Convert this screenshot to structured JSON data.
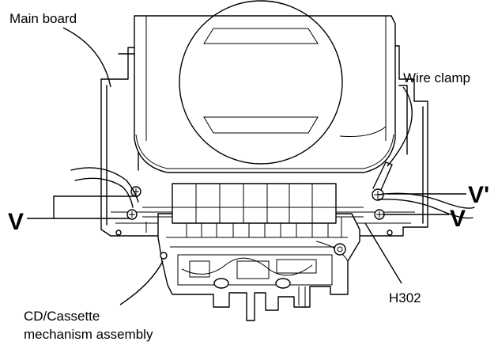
{
  "labels": {
    "main_board": "Main board",
    "wire_clamp": "Wire clamp",
    "v_left": "V",
    "v_prime": "V'",
    "v_right": "V",
    "h302": "H302",
    "mechanism_line1": "CD/Cassette",
    "mechanism_line2": "mechanism assembly"
  }
}
